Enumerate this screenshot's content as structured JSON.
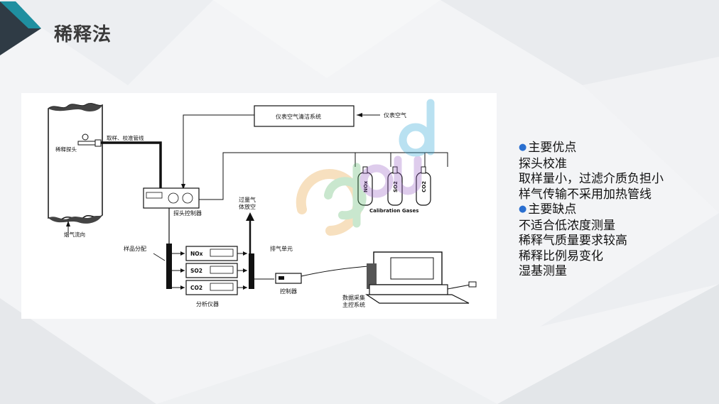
{
  "slide": {
    "title": "稀释法"
  },
  "diagram": {
    "labels": {
      "stack_probe": "稀释探头",
      "sample_line": "取样、校准管线",
      "air_cleaner": "仪表空气清洁系统",
      "instrument_air": "仪表空气",
      "probe_controller": "探头控制器",
      "excess_gas": "过量气体放空",
      "flue_flow": "烟气流向",
      "sample_distribution": "样品分配",
      "exhaust_unit": "排气单元",
      "controller": "控制器",
      "analyzers": "分析仪器",
      "daq": "数据采集主控系统",
      "calibration_gases": "Calibration Gases"
    },
    "analyzers": [
      "NOx",
      "SO2",
      "CO2"
    ],
    "cylinders": [
      "NOx",
      "SO2",
      "CO2"
    ]
  },
  "watermark": {
    "text": "Cloud"
  },
  "notes": [
    {
      "text": "主要优点",
      "bullet": true
    },
    {
      "text": "探头校准",
      "bullet": false
    },
    {
      "text": "取样量小，过滤介质负担小",
      "bullet": false
    },
    {
      "text": "样气传输不采用加热管线",
      "bullet": false
    },
    {
      "text": "主要缺点",
      "bullet": true
    },
    {
      "text": "不适合低浓度测量",
      "bullet": false
    },
    {
      "text": "稀释气质量要求较高",
      "bullet": false
    },
    {
      "text": "稀释比例易变化",
      "bullet": false
    },
    {
      "text": "湿基测量",
      "bullet": false
    }
  ],
  "colors": {
    "accent": "#1f8fa0",
    "bullet": "#2a6fd0",
    "dark": "#2f3b45"
  }
}
